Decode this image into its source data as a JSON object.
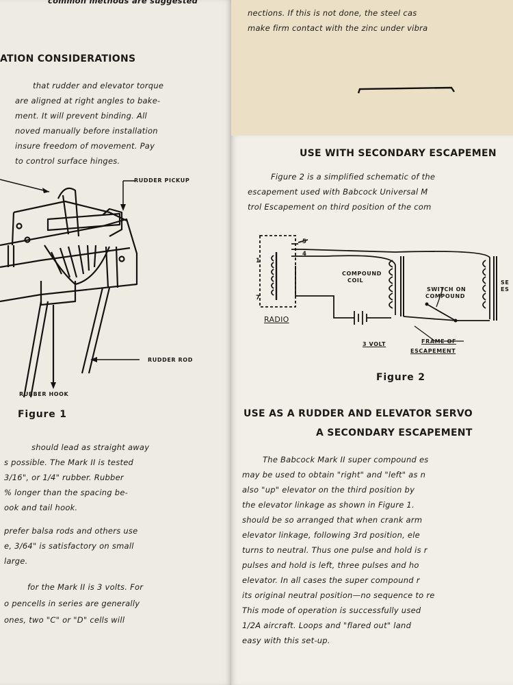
{
  "left": {
    "top_fragment": "common methods are suggested",
    "heading": "ATION CONSIDERATIONS",
    "para1": [
      "that rudder and elevator torque",
      "are aligned at right angles to bake-",
      "ment. It will prevent binding. All",
      "noved manually before installation",
      "insure freedom of movement. Pay",
      "to control surface hinges."
    ],
    "figure1": {
      "label_rudder_pickup": "RUDDER PICKUP",
      "label_rudder_rod": "RUDDER ROD",
      "label_rubber_hook": "RUBBER HOOK",
      "caption": "Figure 1"
    },
    "para2": [
      "should lead as straight away",
      "s possible. The Mark II is tested",
      "3/16\", or 1/4\" rubber. Rubber",
      "% longer than the spacing be-",
      "ook and tail hook."
    ],
    "para3": [
      "prefer balsa rods and others use",
      "e, 3/64\" is satisfactory on small",
      "large."
    ],
    "para4": [
      "for the Mark II is 3 volts. For",
      "o pencells in series are generally",
      "ones, two \"C\" or \"D\" cells will"
    ]
  },
  "right_top": {
    "lines": [
      "nections. If this is not done, the steel cas",
      "make firm contact with the zinc under vibra"
    ]
  },
  "right": {
    "heading1": "USE WITH SECONDARY ESCAPEMEN",
    "para1": [
      "Figure 2 is a simplified schematic of the",
      "escapement used with Babcock Universal M",
      "trol Escapement on third position of the com"
    ],
    "figure2": {
      "radio": "RADIO",
      "pin1": "1",
      "pin7": "7",
      "pin4": "4",
      "pin5": "5",
      "compound_coil_1": "COMPOUND",
      "compound_coil_2": "COIL",
      "switch_1": "SWITCH ON",
      "switch_2": "COMPOUND",
      "battery": "3 VOLT",
      "frame_1": "FRAME OF",
      "frame_2": "ESCAPEMENT",
      "sec_1": "SE",
      "sec_2": "ES",
      "caption": "Figure 2"
    },
    "heading2_line1": "USE AS A RUDDER AND ELEVATOR SERVO",
    "heading2_line2": "A SECONDARY ESCAPEMENT",
    "para2": [
      "The Babcock Mark II super compound es",
      "may be used to obtain \"right\" and \"left\" as n",
      "also \"up\" elevator on the third position by",
      "the elevator linkage as shown in Figure 1.",
      "should be so arranged that when crank arm",
      "elevator linkage, following 3rd position, ele",
      "turns to neutral. Thus one pulse and hold is r",
      "pulses and hold is left, three pulses and ho",
      "elevator. In all cases the super compound r",
      "its original neutral position—no sequence to re",
      "This mode of operation is successfully used",
      "1/2A aircraft. Loops and \"flared out\" land",
      "easy with this set-up."
    ]
  }
}
